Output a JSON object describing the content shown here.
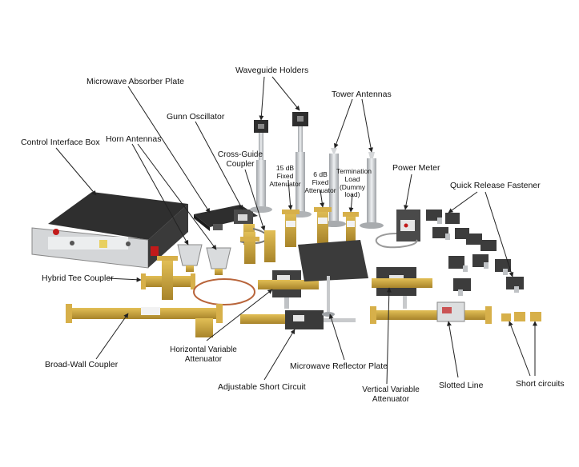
{
  "labels": {
    "waveguide_holders": "Waveguide Holders",
    "microwave_absorber_plate": "Microwave Absorber Plate",
    "tower_antennas": "Tower Antennas",
    "gunn_oscillator": "Gunn Oscillator",
    "control_interface_box": "Control Interface Box",
    "horn_antennas": "Horn Antennas",
    "cross_guide_coupler": "Cross-Guide Coupler",
    "fixed_attenuator_15": "15 dB Fixed Attenuator",
    "fixed_attenuator_6": "6 dB Fixed Attenuator",
    "termination_load": "Termination Load (Dummy load)",
    "power_meter": "Power Meter",
    "quick_release_fastener": "Quick Release Fastener",
    "hybrid_tee_coupler": "Hybrid Tee Coupler",
    "broad_wall_coupler": "Broad-Wall Coupler",
    "horizontal_variable_attenuator": "Horizontal Variable Attenuator",
    "adjustable_short_circuit": "Adjustable Short Circuit",
    "microwave_reflector_plate": "Microwave Reflector Plate",
    "vertical_variable_attenuator": "Vertical Variable Attenuator",
    "slotted_line": "Slotted Line",
    "short_circuits": "Short circuits"
  },
  "colors": {
    "brass": "#c9a23a",
    "brass_dark": "#9a7a22",
    "dark_gray": "#3a3a3a",
    "steel": "#c8cacc",
    "copper": "#b8643a",
    "panel": "#e6e6e6",
    "red": "#c21a1a"
  }
}
